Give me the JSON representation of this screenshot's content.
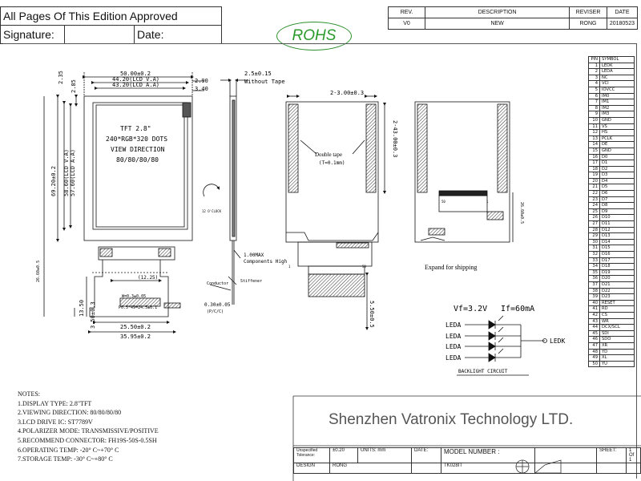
{
  "header": {
    "approved_text": "All Pages Of This Edition Approved",
    "signature_label": "Signature:",
    "date_label": "Date:"
  },
  "rohs": "ROHS",
  "revision": {
    "headers": [
      "REV.",
      "DESCRIPTION",
      "REVISER",
      "DATE"
    ],
    "row": [
      "V0",
      "NEW",
      "RONG",
      "20180523"
    ]
  },
  "front_view": {
    "dim_width": "50.00±0.2",
    "dim_lcd_va": "44.20(LCD V.A)",
    "dim_lcd_aa": "43.20(LCD A.A)",
    "dim_290": "2.90",
    "dim_340": "3.40",
    "dim_285": "2.85",
    "dim_235": "2.35",
    "dim_lcd_aa_v": "57.60(LCD A.A)",
    "dim_lcd_va_v": "58.60(LCD V.A)",
    "dim_height": "69.20±0.2",
    "panel_line1": "TFT 2.8\"",
    "panel_line2": "240*RGB*320 DOTS",
    "panel_line3": "VIEW DIRECTION",
    "panel_line4": "80/80/80/80",
    "dim_1225": "(12.25)",
    "dim_2550": "25.50±0.2",
    "dim_3595": "35.95±0.2",
    "dim_1350": "13.50",
    "dim_350": "3.50±0.3",
    "fpc_pitch": "P0.5*49=24.5±0.1",
    "fpc_w": "W=0.3±0.05",
    "dim_left_small": "26.60±0.5"
  },
  "side_view": {
    "dim_thickness": "2.5±0.15",
    "without_tape": "Without Tape",
    "components_high": "1.00MAX\nComponents High",
    "stiffener": "Stiffener",
    "conductor": "Conductor",
    "fpc_thick": "0.30±0.05",
    "fpc_thick_sub": "(P/C/C)",
    "view_label": "12 O'CLOCK"
  },
  "back_view": {
    "dim_tape_gap": "2-3.00±0.3",
    "dim_tape_len": "2-43.00±0.3",
    "double_tape": "Double tape",
    "tape_thickness": "(T=0.1mm)",
    "dim_bottom": "5.50±0.5",
    "pin1": "1",
    "pin50": "50"
  },
  "shipping_view": {
    "caption": "Expand for shipping",
    "pin50": "50",
    "pin1": "1",
    "dim_right": "26.60±0.5"
  },
  "backlight": {
    "vf": "Vf=3.2V",
    "if": "If=60mA",
    "leda": [
      "LEDA",
      "LEDA",
      "LEDA",
      "LEDA"
    ],
    "ledk": "LEDK",
    "caption": "BACKLIGHT CIRCUIT"
  },
  "pins": {
    "header": [
      "PIN",
      "SYMBOL"
    ],
    "rows": [
      [
        "1",
        "LEDK"
      ],
      [
        "2",
        "LEDA"
      ],
      [
        "3",
        "NC"
      ],
      [
        "4",
        "VCI"
      ],
      [
        "5",
        "IOVCC"
      ],
      [
        "6",
        "IM0"
      ],
      [
        "7",
        "IM1"
      ],
      [
        "8",
        "IM2"
      ],
      [
        "9",
        "IM3"
      ],
      [
        "10",
        "GND"
      ],
      [
        "11",
        "VS"
      ],
      [
        "12",
        "HS"
      ],
      [
        "13",
        "PCLK"
      ],
      [
        "14",
        "DE"
      ],
      [
        "15",
        "GND"
      ],
      [
        "16",
        "D0"
      ],
      [
        "17",
        "D1"
      ],
      [
        "18",
        "D2"
      ],
      [
        "19",
        "D3"
      ],
      [
        "20",
        "D4"
      ],
      [
        "21",
        "D5"
      ],
      [
        "22",
        "D6"
      ],
      [
        "23",
        "D7"
      ],
      [
        "24",
        "D8"
      ],
      [
        "25",
        "D9"
      ],
      [
        "26",
        "D10"
      ],
      [
        "27",
        "D11"
      ],
      [
        "28",
        "D12"
      ],
      [
        "29",
        "D13"
      ],
      [
        "30",
        "D14"
      ],
      [
        "31",
        "D15"
      ],
      [
        "32",
        "D16"
      ],
      [
        "33",
        "D17"
      ],
      [
        "34",
        "D18"
      ],
      [
        "35",
        "D19"
      ],
      [
        "36",
        "D20"
      ],
      [
        "37",
        "D21"
      ],
      [
        "38",
        "D22"
      ],
      [
        "39",
        "D23"
      ],
      [
        "40",
        "RESET"
      ],
      [
        "41",
        "RD"
      ],
      [
        "42",
        "CS"
      ],
      [
        "43",
        "WR"
      ],
      [
        "44",
        "DCX/SCL"
      ],
      [
        "45",
        "SDI"
      ],
      [
        "46",
        "SDO"
      ],
      [
        "47",
        "XR"
      ],
      [
        "48",
        "YD"
      ],
      [
        "49",
        "XL"
      ],
      [
        "50",
        "YU"
      ]
    ]
  },
  "notes": {
    "title": "NOTES:",
    "items": [
      "1.DISPLAY TYPE:  2.8\"TFT",
      "2.VIEWING DIRECTION: 80/80/80/80",
      "3.LCD DRIVE IC: ST7789V",
      "4.POLARIZER MODE: TRANSMISSIVE/POSITIVE",
      "5.RECOMMEND CONNECTOR: FH19S-50S-0.5SH",
      "6.OPERATING TEMP: -20° C~+70° C",
      "7.STORAGE TEMP: -30° C~+80° C"
    ]
  },
  "company": "Shenzhen Vatronix Technology LTD.",
  "title_block": {
    "unspecified": "Unspecified Tolerance:",
    "tolerance": "±0.20",
    "units_label": "UNITS: mm",
    "date_label": "DATE:",
    "model_label": "MODEL NUMBER :",
    "sheet_label": "SHEET:",
    "sheet_value": "1 Of 1",
    "design_label": "DESIGN",
    "design_value": "RONG",
    "model_value": "TK028IT"
  }
}
